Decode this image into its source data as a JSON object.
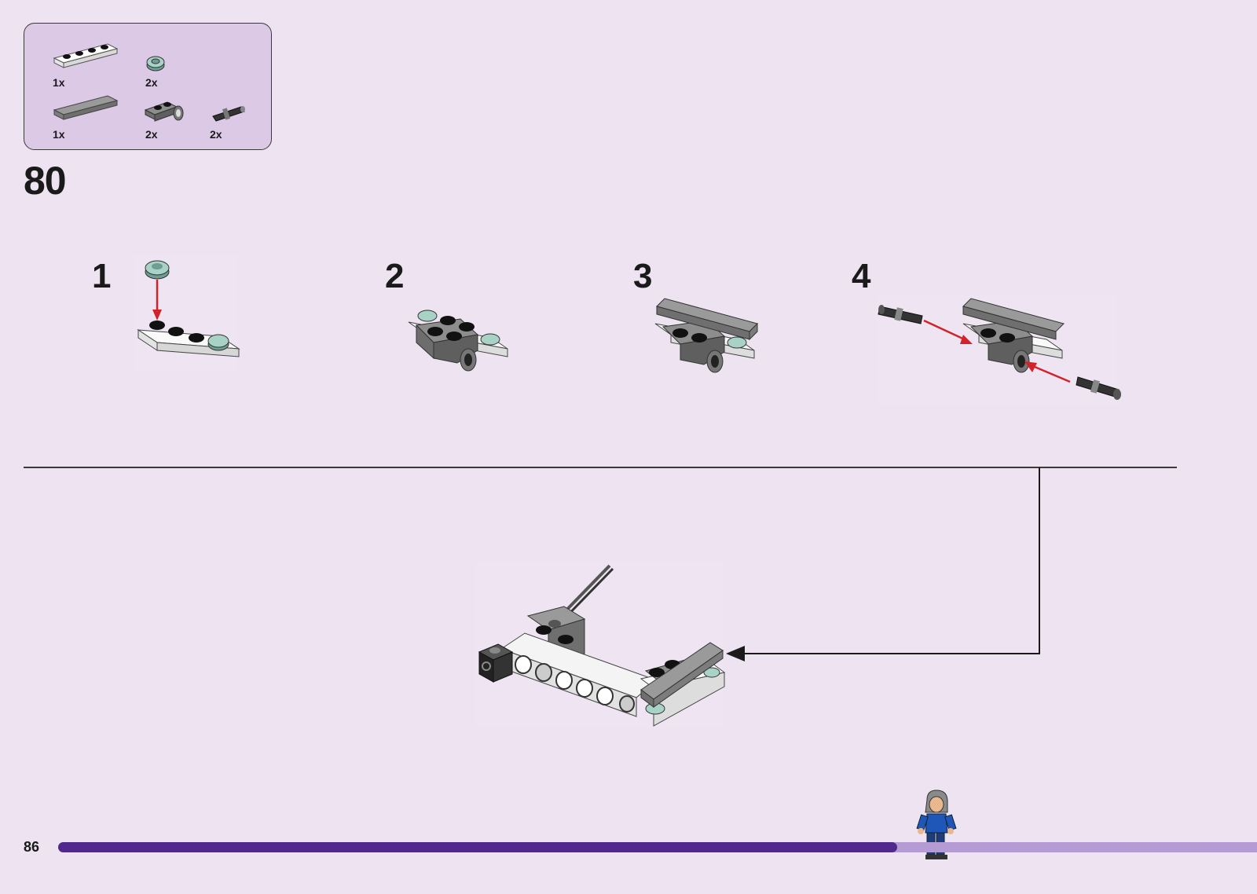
{
  "parts": [
    {
      "name": "white-plate-1x4",
      "qty": "1x"
    },
    {
      "name": "sand-green-round-plate",
      "qty": "2x"
    },
    {
      "name": "gray-tile-1x4",
      "qty": "1x"
    },
    {
      "name": "dark-gray-plate-with-pin-hole",
      "qty": "2x"
    },
    {
      "name": "black-technic-pin",
      "qty": "2x"
    }
  ],
  "step_number": "80",
  "substeps": [
    "1",
    "2",
    "3",
    "4"
  ],
  "page_number": "86",
  "progress": 0.7,
  "colors": {
    "background": "#ede3f1",
    "parts_box": "#dcc9e6",
    "progress_fill": "#4f2a8c",
    "progress_track": "#b49bd3",
    "arrow_red": "#d2232a"
  },
  "icons": [
    "minifigure-icon",
    "arrow-icon"
  ]
}
